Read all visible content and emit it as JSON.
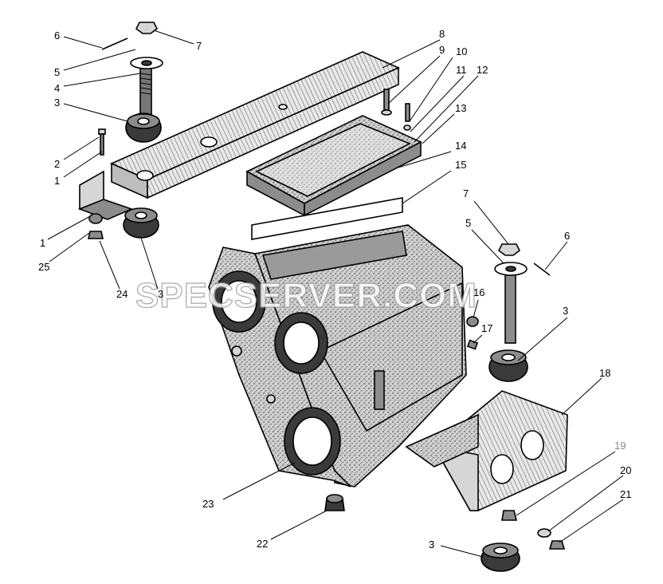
{
  "watermark": "SPECSERVER.COM",
  "callouts": [
    {
      "id": "c6a",
      "text": "6"
    },
    {
      "id": "c7a",
      "text": "7"
    },
    {
      "id": "c5a",
      "text": "5"
    },
    {
      "id": "c4",
      "text": "4"
    },
    {
      "id": "c3a",
      "text": "3"
    },
    {
      "id": "c2",
      "text": "2"
    },
    {
      "id": "c1a",
      "text": "1"
    },
    {
      "id": "c1b",
      "text": "1"
    },
    {
      "id": "c25",
      "text": "25"
    },
    {
      "id": "c24",
      "text": "24"
    },
    {
      "id": "c3b",
      "text": "3"
    },
    {
      "id": "c8",
      "text": "8"
    },
    {
      "id": "c9",
      "text": "9"
    },
    {
      "id": "c10",
      "text": "10"
    },
    {
      "id": "c11",
      "text": "11"
    },
    {
      "id": "c12",
      "text": "12"
    },
    {
      "id": "c13",
      "text": "13"
    },
    {
      "id": "c14",
      "text": "14"
    },
    {
      "id": "c15",
      "text": "15"
    },
    {
      "id": "c7b",
      "text": "7"
    },
    {
      "id": "c5b",
      "text": "5"
    },
    {
      "id": "c6b",
      "text": "6"
    },
    {
      "id": "c3c",
      "text": "3"
    },
    {
      "id": "c16",
      "text": "16"
    },
    {
      "id": "c17",
      "text": "17"
    },
    {
      "id": "c18",
      "text": "18"
    },
    {
      "id": "c19",
      "text": "19"
    },
    {
      "id": "c20",
      "text": "20"
    },
    {
      "id": "c21",
      "text": "21"
    },
    {
      "id": "c23",
      "text": "23"
    },
    {
      "id": "c22",
      "text": "22"
    },
    {
      "id": "c3d",
      "text": "3"
    }
  ]
}
